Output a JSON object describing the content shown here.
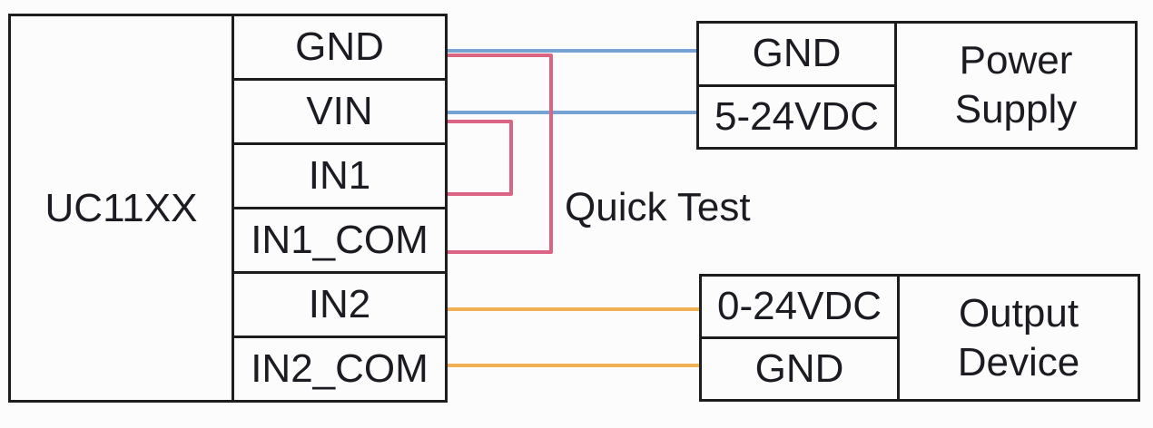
{
  "diagram": {
    "device": {
      "title": "UC11XX",
      "pins": [
        "GND",
        "VIN",
        "IN1",
        "IN1_COM",
        "IN2",
        "IN2_COM"
      ]
    },
    "power_supply": {
      "label_line1": "Power",
      "label_line2": "Supply",
      "terminals": [
        "GND",
        "5-24VDC"
      ]
    },
    "output_device": {
      "label_line1": "Output",
      "label_line2": "Device",
      "terminals": [
        "0-24VDC",
        "GND"
      ]
    },
    "annotation": "Quick Test",
    "colors": {
      "power_wire_blue": "#76a3d4",
      "quick_test_wire_pink": "#db6484",
      "signal_wire_orange": "#f0b054",
      "border": "#1d1d1d",
      "text": "#1b1b22"
    },
    "connections": [
      {
        "from": "UC11XX GND",
        "to": "Power Supply GND",
        "color": "blue"
      },
      {
        "from": "UC11XX VIN",
        "to": "Power Supply 5-24VDC",
        "color": "blue"
      },
      {
        "from": "UC11XX GND",
        "to": "UC11XX IN1_COM",
        "color": "pink",
        "note": "Quick Test jumper"
      },
      {
        "from": "UC11XX VIN",
        "to": "UC11XX IN1",
        "color": "pink",
        "note": "Quick Test jumper"
      },
      {
        "from": "UC11XX IN2",
        "to": "Output Device 0-24VDC",
        "color": "orange"
      },
      {
        "from": "UC11XX IN2_COM",
        "to": "Output Device GND",
        "color": "orange"
      }
    ]
  }
}
